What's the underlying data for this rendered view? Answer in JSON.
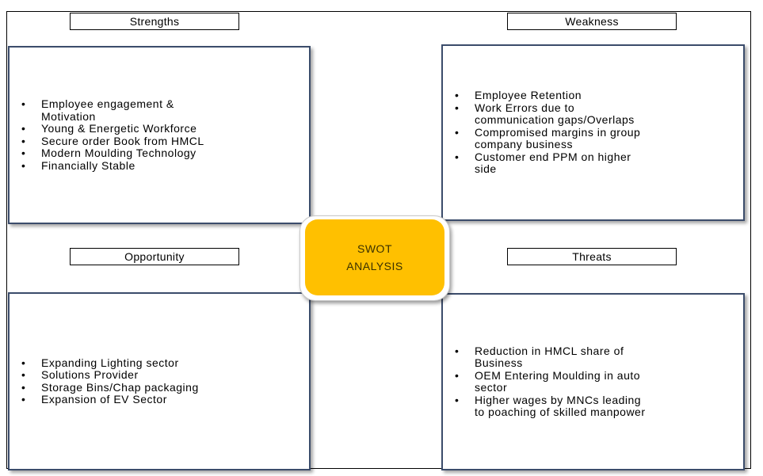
{
  "center": {
    "line1": "SWOT",
    "line2": "ANALYSIS"
  },
  "strengths": {
    "title": "Strengths",
    "items": [
      "Employee engagement &",
      "Motivation",
      "Young & Energetic Workforce",
      "Secure order Book from HMCL",
      "Modern Moulding Technology",
      "Financially Stable"
    ]
  },
  "weakness": {
    "title": "Weakness",
    "items": [
      "Employee Retention",
      "Work Errors due to",
      "communication gaps/Overlaps",
      "Compromised margins in group",
      "company business",
      "Customer end PPM on higher",
      "side"
    ]
  },
  "opportunity": {
    "title": "Opportunity",
    "items": [
      "Expanding Lighting sector",
      "Solutions Provider",
      "Storage Bins/Chap packaging",
      "Expansion of EV Sector"
    ]
  },
  "threats": {
    "title": "Threats",
    "items": [
      "Reduction in HMCL share of",
      "Business",
      "OEM Entering Moulding in auto",
      "sector",
      "Higher wages by MNCs leading",
      "to poaching of skilled manpower"
    ]
  }
}
